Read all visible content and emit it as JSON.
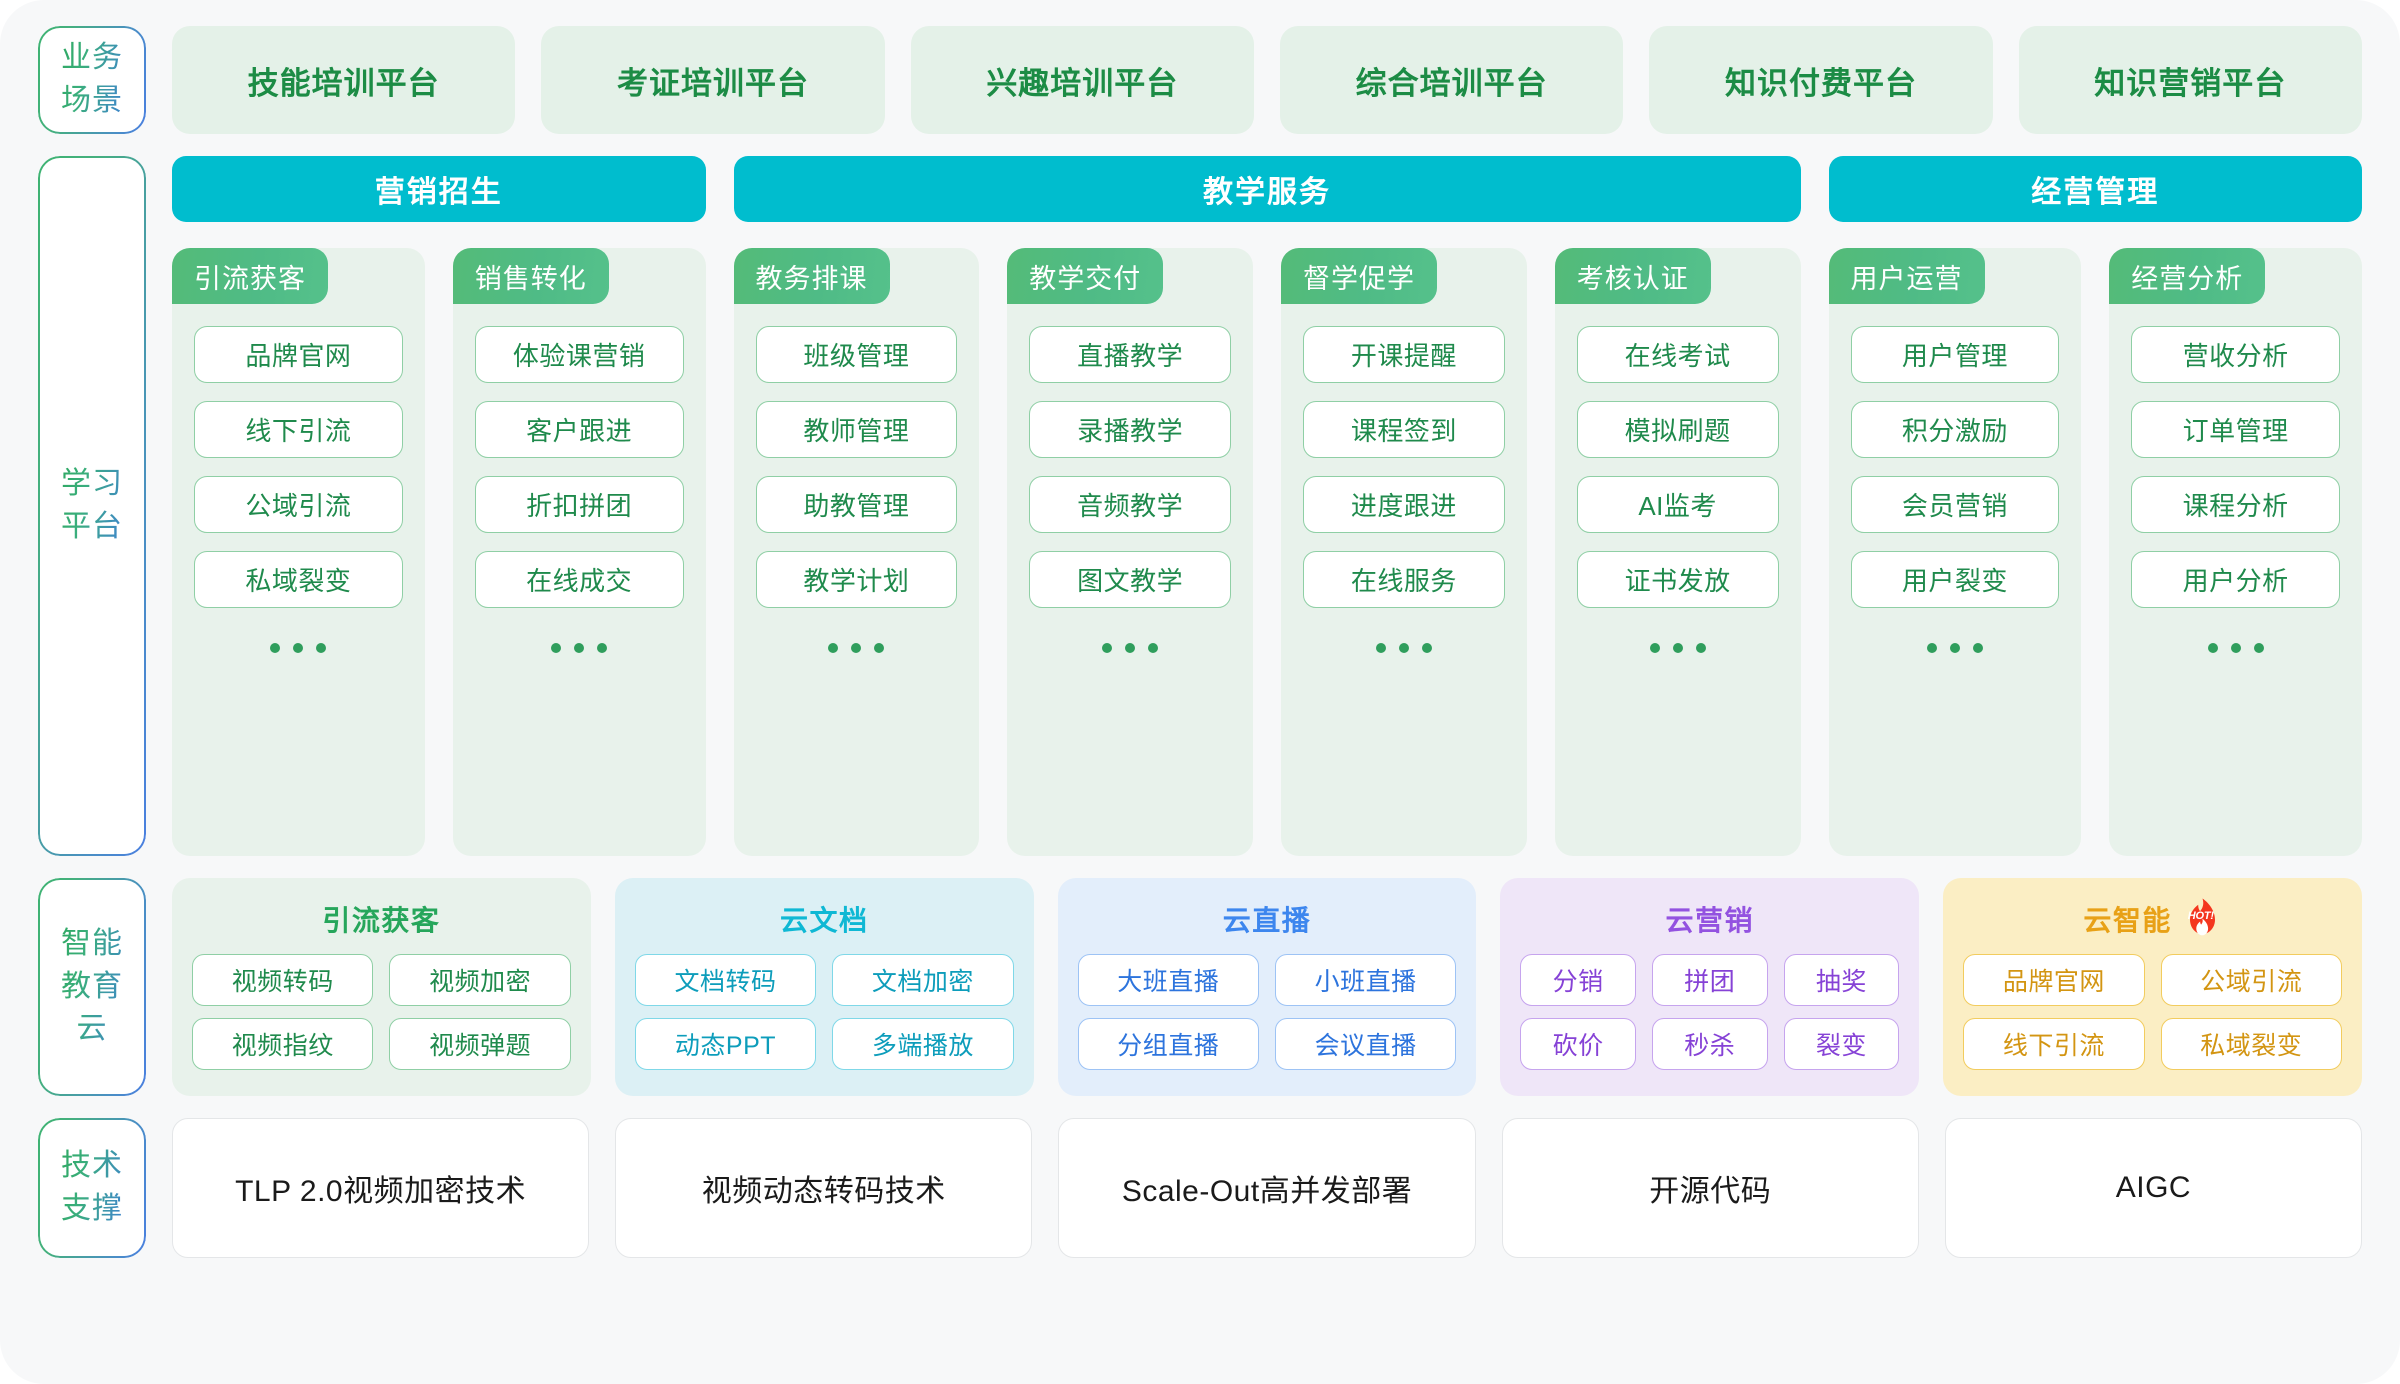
{
  "theme": {
    "page_bg": "#F7F8F9",
    "scene_card_bg": "#E4F1E8",
    "scene_text": "#1C8C45",
    "group_header_bg": "#00BDCE",
    "column_bg": "#E8F2EB",
    "tag_green": "#4FBB86",
    "pill_border_green": "#8FCFA5",
    "pill_text_green": "#1F8A4C",
    "gradient_label_from": "#3EB372",
    "gradient_label_to": "#4A7FE0"
  },
  "rows": {
    "scene": {
      "label": "业务\n场景",
      "cards": [
        "技能培训平台",
        "考证培训平台",
        "兴趣培训平台",
        "综合培训平台",
        "知识付费平台",
        "知识营销平台"
      ]
    },
    "platform": {
      "label": "学习\n平台",
      "groups": [
        {
          "header": "营销招生",
          "columns": [
            {
              "tag": "引流获客",
              "items": [
                "品牌官网",
                "线下引流",
                "公域引流",
                "私域裂变"
              ],
              "more": true
            },
            {
              "tag": "销售转化",
              "items": [
                "体验课营销",
                "客户跟进",
                "折扣拼团",
                "在线成交"
              ],
              "more": true
            }
          ]
        },
        {
          "header": "教学服务",
          "columns": [
            {
              "tag": "教务排课",
              "items": [
                "班级管理",
                "教师管理",
                "助教管理",
                "教学计划"
              ],
              "more": true
            },
            {
              "tag": "教学交付",
              "items": [
                "直播教学",
                "录播教学",
                "音频教学",
                "图文教学"
              ],
              "more": true
            },
            {
              "tag": "督学促学",
              "items": [
                "开课提醒",
                "课程签到",
                "进度跟进",
                "在线服务"
              ],
              "more": true
            },
            {
              "tag": "考核认证",
              "items": [
                "在线考试",
                "模拟刷题",
                "AI监考",
                "证书发放"
              ],
              "more": true
            }
          ]
        },
        {
          "header": "经营管理",
          "columns": [
            {
              "tag": "用户运营",
              "items": [
                "用户管理",
                "积分激励",
                "会员营销",
                "用户裂变"
              ],
              "more": true
            },
            {
              "tag": "经营分析",
              "items": [
                "营收分析",
                "订单管理",
                "课程分析",
                "用户分析"
              ],
              "more": true
            }
          ]
        }
      ]
    },
    "cloud": {
      "label": "智能\n教育\n云",
      "cards": [
        {
          "title": "引流获客",
          "hot": false,
          "bg": "#E8F2EB",
          "title_color": "#26A65B",
          "border": "#8FCFA5",
          "text": "#1F8A4C",
          "cols": 2,
          "items": [
            "视频转码",
            "视频加密",
            "视频指纹",
            "视频弹题"
          ]
        },
        {
          "title": "云文档",
          "hot": false,
          "bg": "#DCF0F5",
          "title_color": "#0FB8D4",
          "border": "#7FD8E8",
          "text": "#0D9DBB",
          "cols": 2,
          "items": [
            "文档转码",
            "文档加密",
            "动态PPT",
            "多端播放"
          ]
        },
        {
          "title": "云直播",
          "hot": false,
          "bg": "#E3EEFB",
          "title_color": "#3D86EE",
          "border": "#9DC3F5",
          "text": "#2D74DD",
          "cols": 2,
          "items": [
            "大班直播",
            "小班直播",
            "分组直播",
            "会议直播"
          ]
        },
        {
          "title": "云营销",
          "hot": false,
          "bg": "#EFE6F8",
          "title_color": "#9352E0",
          "border": "#C6A4EE",
          "text": "#8642D6",
          "cols": 3,
          "items": [
            "分销",
            "拼团",
            "抽奖",
            "砍价",
            "秒杀",
            "裂变"
          ]
        },
        {
          "title": "云智能",
          "hot": true,
          "hot_label": "HOT!",
          "bg": "#FBEEC4",
          "title_color": "#E8A117",
          "border": "#F2CC5E",
          "text": "#D39512",
          "cols": 2,
          "items": [
            "品牌官网",
            "公域引流",
            "线下引流",
            "私域裂变"
          ]
        }
      ]
    },
    "tech": {
      "label": "技术\n支撑",
      "cards": [
        "TLP 2.0视频加密技术",
        "视频动态转码技术",
        "Scale-Out高并发部署",
        "开源代码",
        "AIGC"
      ]
    }
  }
}
